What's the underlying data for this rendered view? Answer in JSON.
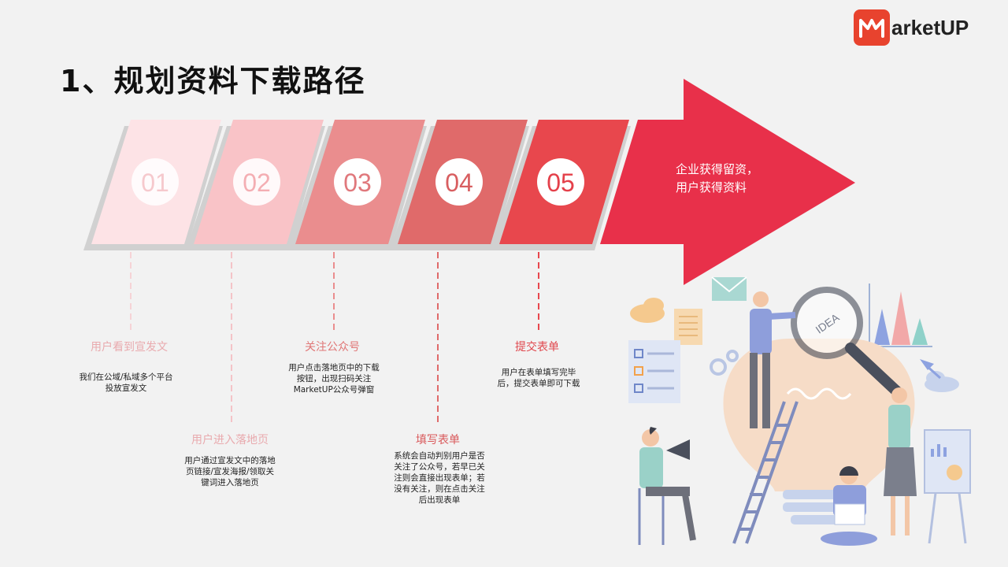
{
  "title": "1、规划资料下载路径",
  "brand": {
    "name": "arketUP",
    "accent": "#e8432e"
  },
  "final_result": {
    "line1": "企业获得留资，",
    "line2": "用户获得资料"
  },
  "steps": [
    {
      "num": "01",
      "title": "用户看到宣发文",
      "desc": "我们在公域/私域多个平台投放宣发文",
      "color": "#fde3e6"
    },
    {
      "num": "02",
      "title": "用户进入落地页",
      "desc": "用户通过宣发文中的落地页链接/宣发海报/领取关键词进入落地页",
      "color": "#f9c3c7"
    },
    {
      "num": "03",
      "title": "关注公众号",
      "desc": "用户点击落地页中的下载按钮，出现扫码关注MarketUP公众号弹窗",
      "color": "#ea8d8e"
    },
    {
      "num": "04",
      "title": "填写表单",
      "desc": "系统会自动判别用户是否关注了公众号，若早已关注则会直接出现表单；若没有关注，则在点击关注后出现表单",
      "color": "#e06a6a"
    },
    {
      "num": "05",
      "title": "提交表单",
      "desc": "用户在表单填写完毕后，提交表单即可下载",
      "color": "#e8474d"
    }
  ],
  "illustration": {
    "idea_label": "IDEA"
  },
  "colors": {
    "arrow": "#e8304a",
    "dash": "#e88a8a"
  }
}
